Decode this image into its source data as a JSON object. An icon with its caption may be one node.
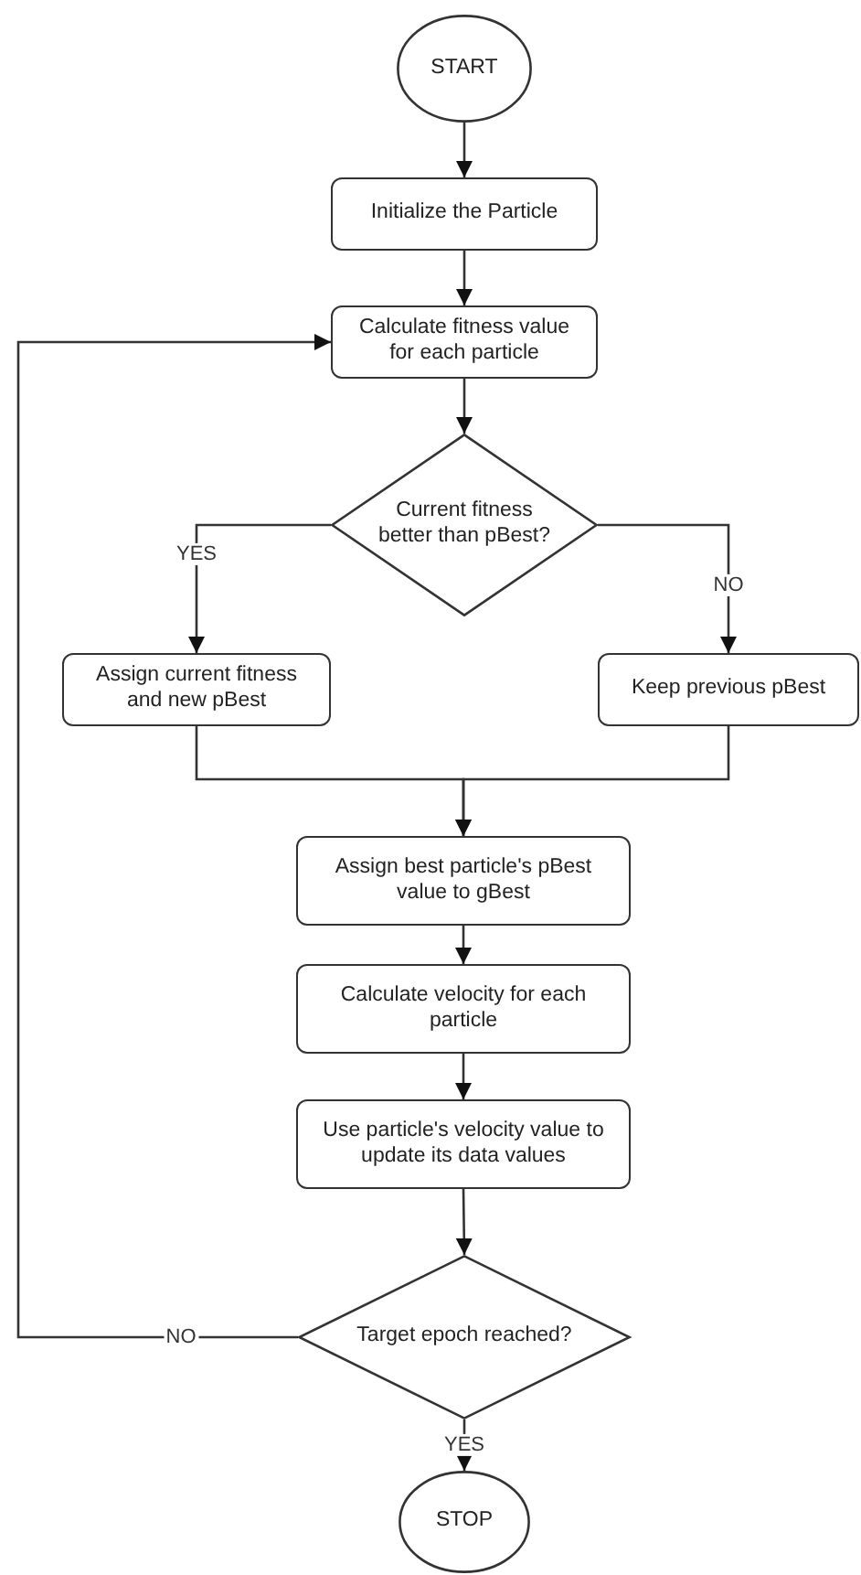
{
  "diagram": {
    "nodes": [
      {
        "text": [
          "START"
        ]
      },
      {
        "text": [
          "Initialize the Particle"
        ]
      },
      {
        "text": [
          "Calculate fitness value for each particle"
        ]
      },
      {
        "text": [
          "Current fitness better than pBest?"
        ]
      },
      {
        "text": [
          "Assign current fitness and new pBest"
        ]
      },
      {
        "text": [
          "Keep previous pBest"
        ]
      },
      {
        "text": [
          "Assign best particle's pBest value to gBest"
        ]
      },
      {
        "text": [
          "Calculate velocity for each particle"
        ]
      },
      {
        "text": [
          "Use particle's velocity value to update its data values"
        ]
      },
      {
        "text": [
          "Target epoch reached?"
        ]
      },
      {
        "text": [
          "STOP"
        ]
      }
    ],
    "edges": [
      {
        "from": 0,
        "to": 1,
        "arrow": "to"
      },
      {
        "from": 1,
        "to": 2,
        "arrow": "to"
      },
      {
        "from": 2,
        "to": 3,
        "arrow": "to"
      },
      {
        "from": 3,
        "to": 4,
        "arrow": "to",
        "label": "YES"
      },
      {
        "from": 3,
        "to": 5,
        "arrow": "to",
        "label": "NO"
      },
      {
        "from": 4,
        "to": 6,
        "arrow": "to"
      },
      {
        "from": 5,
        "to": 6,
        "arrow": "to"
      },
      {
        "from": 6,
        "to": 7,
        "arrow": "to"
      },
      {
        "from": 7,
        "to": 8,
        "arrow": "to"
      },
      {
        "from": 8,
        "to": 9,
        "arrow": "to"
      },
      {
        "from": 9,
        "to": 2,
        "arrow": "to",
        "label": "NO"
      },
      {
        "from": 9,
        "to": 10,
        "arrow": "to",
        "label": "YES"
      }
    ]
  }
}
